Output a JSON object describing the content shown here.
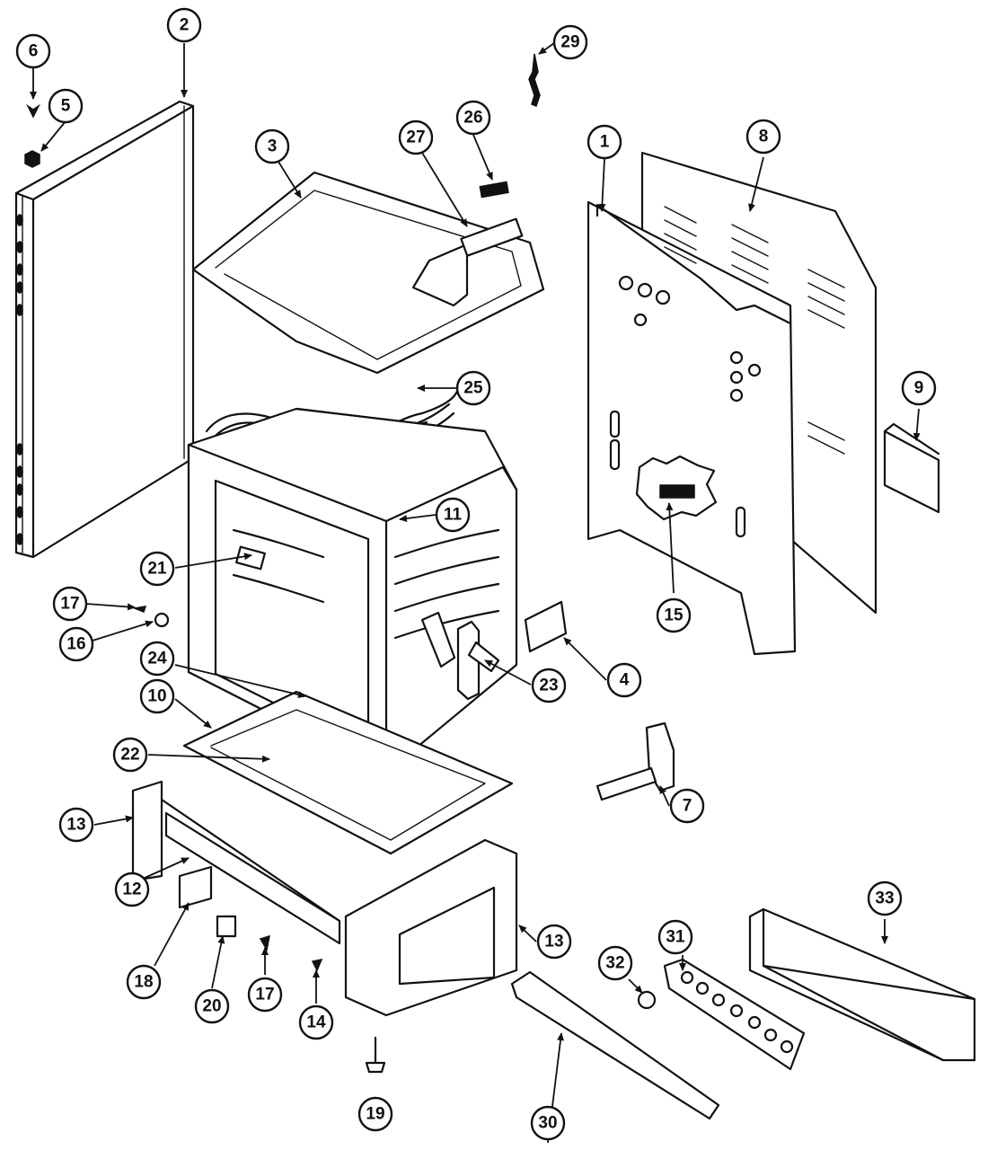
{
  "diagram": {
    "callouts": [
      {
        "id": "c1",
        "label": "1"
      },
      {
        "id": "c2",
        "label": "2"
      },
      {
        "id": "c3",
        "label": "3"
      },
      {
        "id": "c4",
        "label": "4"
      },
      {
        "id": "c5",
        "label": "5"
      },
      {
        "id": "c6",
        "label": "6"
      },
      {
        "id": "c7",
        "label": "7"
      },
      {
        "id": "c8",
        "label": "8"
      },
      {
        "id": "c9",
        "label": "9"
      },
      {
        "id": "c10",
        "label": "10"
      },
      {
        "id": "c11",
        "label": "11"
      },
      {
        "id": "c12",
        "label": "12"
      },
      {
        "id": "c13a",
        "label": "13"
      },
      {
        "id": "c13b",
        "label": "13"
      },
      {
        "id": "c14",
        "label": "14"
      },
      {
        "id": "c15",
        "label": "15"
      },
      {
        "id": "c16",
        "label": "16"
      },
      {
        "id": "c17a",
        "label": "17"
      },
      {
        "id": "c17b",
        "label": "17"
      },
      {
        "id": "c18",
        "label": "18"
      },
      {
        "id": "c19",
        "label": "19"
      },
      {
        "id": "c20",
        "label": "20"
      },
      {
        "id": "c21",
        "label": "21"
      },
      {
        "id": "c22",
        "label": "22"
      },
      {
        "id": "c23",
        "label": "23"
      },
      {
        "id": "c24",
        "label": "24"
      },
      {
        "id": "c25",
        "label": "25"
      },
      {
        "id": "c26",
        "label": "26"
      },
      {
        "id": "c27",
        "label": "27"
      },
      {
        "id": "c29",
        "label": "29"
      },
      {
        "id": "c30",
        "label": "30"
      },
      {
        "id": "c31",
        "label": "31"
      },
      {
        "id": "c32",
        "label": "32"
      },
      {
        "id": "c33",
        "label": "33"
      }
    ]
  }
}
